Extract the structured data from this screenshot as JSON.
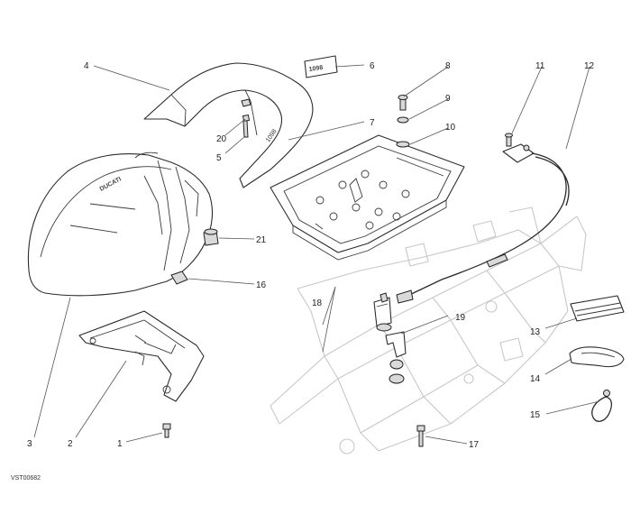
{
  "callouts": {
    "c1": "1",
    "c2": "2",
    "c3": "3",
    "c4": "4",
    "c5": "5",
    "c6": "6",
    "c7": "7",
    "c8": "8",
    "c9": "9",
    "c10": "10",
    "c11": "11",
    "c12": "12",
    "c13": "13",
    "c14": "14",
    "c15": "15",
    "c16": "16",
    "c17": "17",
    "c18": "18",
    "c19": "19",
    "c20": "20",
    "c21": "21"
  },
  "drawing_code": "VST00682",
  "decal_text": "1098",
  "seat_brand": "DUCATI",
  "colors": {
    "line": "#2b2b2b",
    "frame": "#c8c8c8",
    "text": "#222222"
  }
}
